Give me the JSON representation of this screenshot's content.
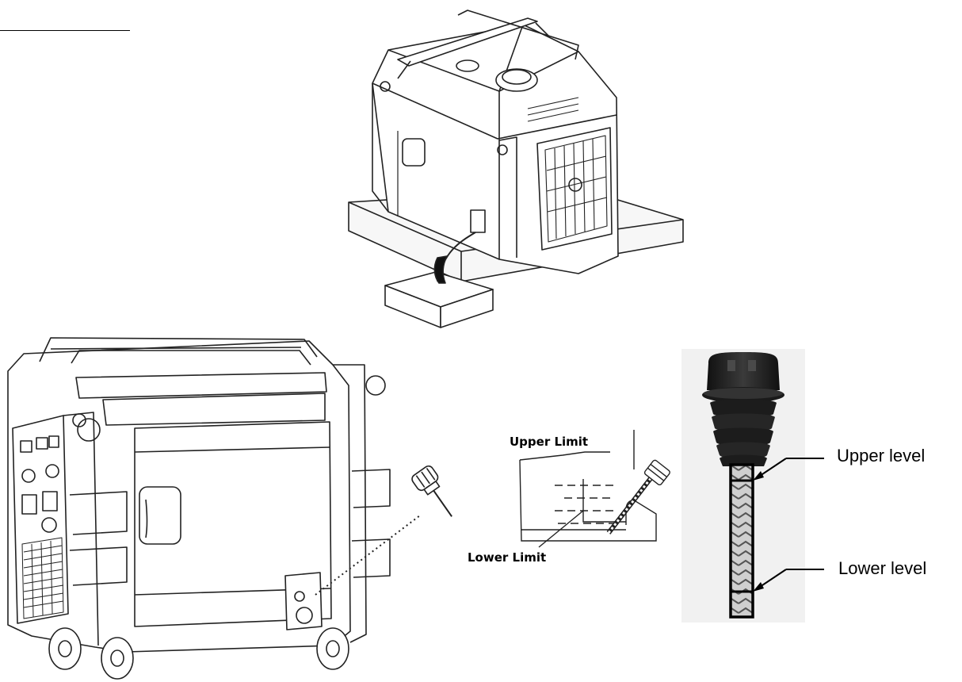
{
  "labels": {
    "upper_limit": "Upper Limit",
    "lower_limit": "Lower Limit",
    "upper_level": "Upper level",
    "lower_level": "Lower level"
  },
  "icons": {
    "top": "generator-on-block-drain-oil-illustration",
    "bottom_left": "generator-oil-filler-cap-illustration",
    "middle": "oil-level-limits-diagram",
    "right": "oil-dipstick-photo"
  }
}
